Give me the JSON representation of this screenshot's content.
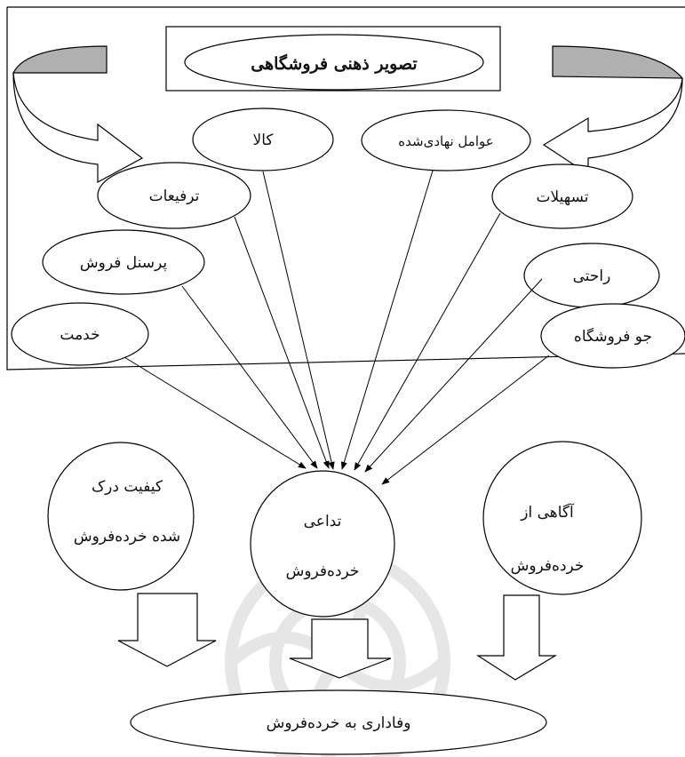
{
  "title": "تصویر ذهنی فروشگاهی",
  "factors": {
    "goods": "کالا",
    "institutional": "عوامل نهادی‌شده",
    "promotions": "ترفیعات",
    "facilities": "تسهیلات",
    "sales_staff": "پرسنل فروش",
    "comfort": "راحتی",
    "service": "خدمت",
    "atmosphere": "جو فروشگاه"
  },
  "constructs": {
    "perceived_quality": {
      "line1": "کیفیت درک",
      "line2": "شده خرده‌فروش"
    },
    "association": {
      "line1": "تداعی",
      "line2": "خرده‌فروش"
    },
    "awareness": {
      "line1": "آگاهی از",
      "line2": "خرده‌فروش"
    }
  },
  "outcome": "وفاداری به خرده‌فروش",
  "colors": {
    "stroke": "#000000",
    "arrow_fill": "#ffffff",
    "curl_shade": "#b0b0b0",
    "watermark": "#e6e6e6"
  }
}
